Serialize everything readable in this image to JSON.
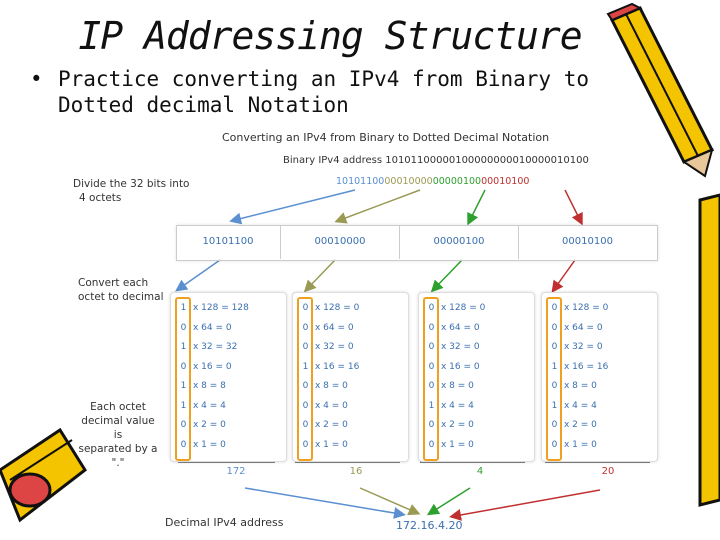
{
  "slide": {
    "title": "IP Addressing Structure",
    "bullet": "Practice converting an IPv4 from Binary to Dotted decimal Notation"
  },
  "diagram": {
    "heading": "Converting an IPv4 from Binary to Dotted Decimal Notation",
    "binary_label": "Binary IPv4 address 10101100000100000000010000010100",
    "colored_bits": [
      "10101100",
      "00010000",
      "00000100",
      "00010100"
    ],
    "step1_lines": [
      "Divide the 32 bits into",
      "4 octets"
    ],
    "step2_lines": [
      "Convert each",
      "octet to decimal"
    ],
    "step3_lines": [
      "Each octet",
      "decimal value is",
      "separated by a",
      "\".\""
    ],
    "octets": [
      "10101100",
      "00010000",
      "00000100",
      "00010100"
    ],
    "conversions": [
      {
        "rows": [
          "1 x 128 = 128",
          "0 x 64 = 0",
          "1 x 32 = 32",
          "0 x 16 = 0",
          "1 x 8 = 8",
          "1 x 4 = 4",
          "0 x 2 = 0",
          "0 x 1 = 0"
        ],
        "sum": "172"
      },
      {
        "rows": [
          "0 x 128 = 0",
          "0 x 64 = 0",
          "0 x 32 = 0",
          "1 x 16 = 16",
          "0 x 8 = 0",
          "0 x 4 = 0",
          "0 x 2 = 0",
          "0 x 1 = 0"
        ],
        "sum": "16"
      },
      {
        "rows": [
          "0 x 128 = 0",
          "0 x 64 = 0",
          "0 x 32 = 0",
          "0 x 16 = 0",
          "0 x 8 = 0",
          "1 x 4 = 4",
          "0 x 2 = 0",
          "0 x 1 = 0"
        ],
        "sum": "4"
      },
      {
        "rows": [
          "0 x 128 = 0",
          "0 x 64 = 0",
          "0 x 32 = 0",
          "1 x 16 = 16",
          "0 x 8 = 0",
          "1 x 4 = 4",
          "0 x 2 = 0",
          "0 x 1 = 0"
        ],
        "sum": "20"
      }
    ],
    "decimal_label": "Decimal IPv4 address",
    "decimal_value": "172.16.4.20",
    "colors": {
      "blue": "#5b8fd0",
      "olive": "#9a9a55",
      "green": "#2ea02e",
      "red": "#c03030",
      "orange": "#f0a020"
    }
  }
}
